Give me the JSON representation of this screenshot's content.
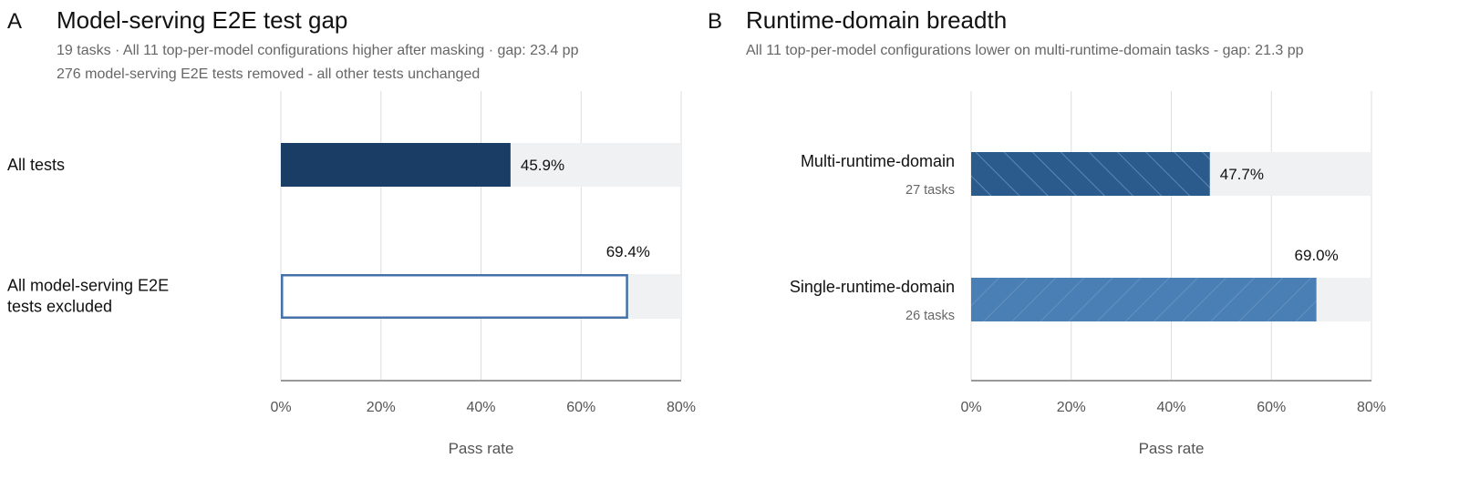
{
  "colors": {
    "dark_navy": "#1a3d66",
    "mid_blue": "#2a5b8c",
    "light_blue": "#4a7fb5",
    "outline_blue": "#4472a8",
    "track": "#f0f1f3"
  },
  "chart_data": [
    {
      "type": "bar",
      "orientation": "horizontal",
      "panel": "A",
      "title": "Model-serving E2E test gap",
      "subtitle": [
        "19 tasks · All 11 top-per-model configurations higher after masking · gap: 23.4 pp",
        "276 model-serving E2E tests removed - all other tests unchanged"
      ],
      "categories": [
        {
          "label": [
            "All tests"
          ],
          "value": 45.9,
          "value_label": "45.9%",
          "style": "solid-dark"
        },
        {
          "label": [
            "All model-serving E2E",
            "tests excluded"
          ],
          "value": 69.4,
          "value_label": "69.4%",
          "style": "outline"
        }
      ],
      "xlim": [
        0,
        80
      ],
      "ticks": [
        "0%",
        "20%",
        "40%",
        "60%",
        "80%"
      ],
      "xlabel": "Pass rate",
      "grid": true
    },
    {
      "type": "bar",
      "orientation": "horizontal",
      "panel": "B",
      "title": "Runtime-domain breadth",
      "subtitle": [
        "All 11 top-per-model configurations lower on multi-runtime-domain tasks - gap: 21.3 pp"
      ],
      "categories": [
        {
          "label": [
            "Multi-runtime-domain"
          ],
          "sublabel": "27 tasks",
          "value": 47.7,
          "value_label": "47.7%",
          "style": "hatched-dark"
        },
        {
          "label": [
            "Single-runtime-domain"
          ],
          "sublabel": "26 tasks",
          "value": 69.0,
          "value_label": "69.0%",
          "style": "hatched-light"
        }
      ],
      "xlim": [
        0,
        80
      ],
      "ticks": [
        "0%",
        "20%",
        "40%",
        "60%",
        "80%"
      ],
      "xlabel": "Pass rate",
      "grid": true
    }
  ]
}
